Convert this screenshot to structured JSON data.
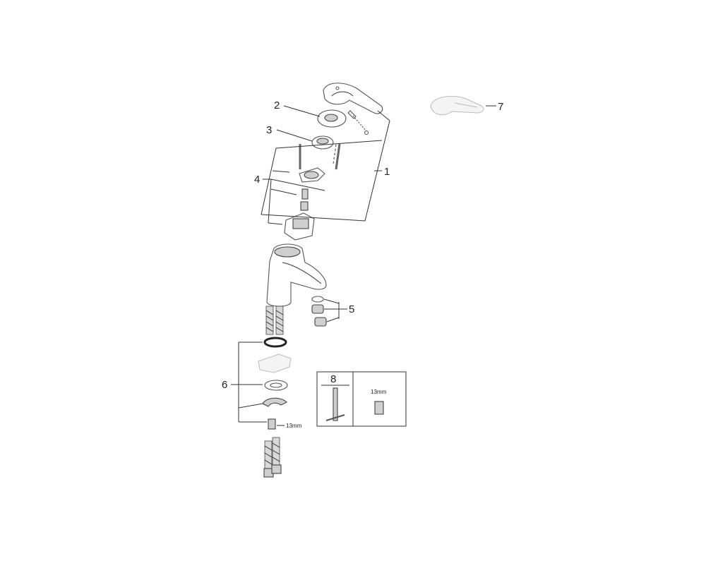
{
  "callouts": {
    "c1": "1",
    "c2": "2",
    "c3": "3",
    "c4": "4",
    "c5": "5",
    "c6": "6",
    "c7": "7",
    "c8": "8"
  },
  "tool_box": {
    "key_size": "13mm"
  },
  "hose_nut_size": "13mm"
}
